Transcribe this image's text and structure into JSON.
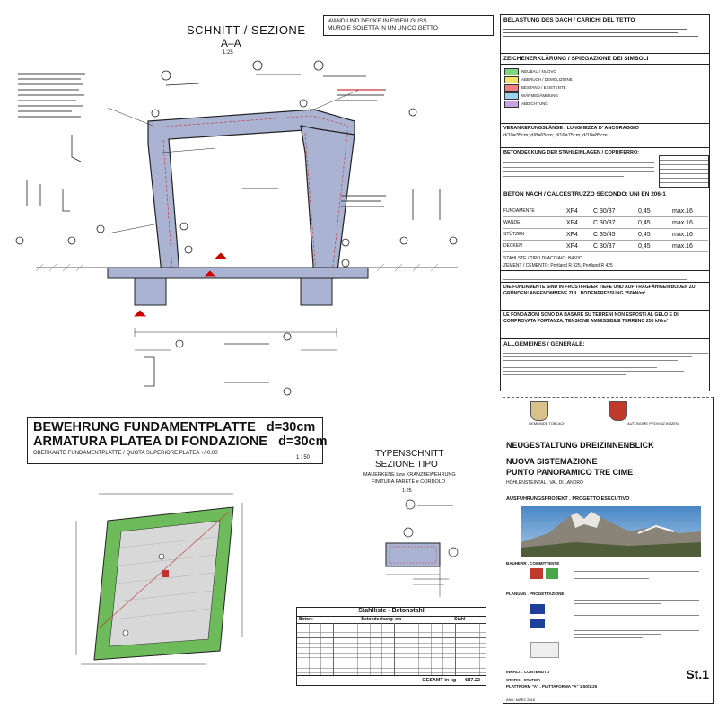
{
  "section_a": {
    "title": "SCHNITT / SEZIONE",
    "subtitle": "A–A",
    "scale": "1:25",
    "note": "WAND UND DECKE IN EINEM GUSS\nMURO E SOLETTA IN UN UNICO GETTO"
  },
  "foundation": {
    "line1": "BEWEHRUNG FUNDAMENTPLATTE   d=30cm",
    "line2": "ARMATURA PLATEA DI FONDAZIONE   d=30cm",
    "subline": "OBERKANTE FUNDAMENTPLATTE / QUOTA SUPERIORE PLATEA +/-0.00",
    "scale": "1 : 50"
  },
  "typical": {
    "title1": "TYPENSCHNITT",
    "title2": "SEZIONE TIPO",
    "sub1": "MAUERKENE bzw KRANZBEWEHRUNG",
    "sub2": "FINITURA PARETE e CORDOLO",
    "scale": "1:25"
  },
  "right_panel": {
    "load_title": "BELASTUNG DES DACH / CARICHI DEL TETTO",
    "legend_title": "ZEICHENERKLÄRUNG / SPIEGAZIONE DEI SIMBOLI",
    "anchor_title": "VERANKERUNGSLÄNGE / LUNGHEZZA D' ANCORAGGIO",
    "anchor_values": "d/10=35cm;  d/8=65cm;  d/16=75cm;  d/18=85cm",
    "cover_title": "BETONDECKUNG DER STAHLEINLAGEN / COPRIFERRO:",
    "concrete_title": "BETON NACH / CALCESTRUZZO SECONDO: UNI EN 206-1",
    "steel_line": "STAHLSTE / TIPO DI ACCIAIO: B450C",
    "cement_line": "ZEMENT / CEMENTO: Portland R 325, Portland R 425",
    "foundation_note": "DIE FUNDAMENTE SIND IN FROSTFREIER TIEFE UND AUF TRAGFÄHIGEN BODEN ZU GRÜNDEN! ANGENOMMENE ZUL. BODENPRESSUNG 250kN/m²",
    "foundation_note_it": "LE FONDAZIONI SONO DA BASARE SU TERRENI NON ESPOSTI AL GELO E DI COMPROVATA PORTANZA. TENSIONE AMMISSIBILE TERRENO 250 kN/m²",
    "general_title": "ALLGEMEINES / GENERALE:",
    "concrete_rows": [
      {
        "el": "FUNDAMENTE",
        "cls": "XF4",
        "c": "C 30/37",
        "wc": "0,45",
        "agg": "max.16"
      },
      {
        "el": "WANDE",
        "cls": "XF4",
        "c": "C 30/37",
        "wc": "0,45",
        "agg": "max.16"
      },
      {
        "el": "STÜTZEN",
        "cls": "XF4",
        "c": "C 35/45",
        "wc": "0,45",
        "agg": "max.16"
      },
      {
        "el": "DECKEN",
        "cls": "XF4",
        "c": "C 30/37",
        "wc": "0,45",
        "agg": "max.16"
      }
    ],
    "legend_items": [
      {
        "color": "#7fd67f",
        "label": "NEUBAU / NUOVO"
      },
      {
        "color": "#f3e36b",
        "label": "ABBRUCH / DEMOLIZIONE"
      },
      {
        "color": "#f08080",
        "label": "BESTAND / ESISTENTE"
      },
      {
        "color": "#9ad3f0",
        "label": "WÄRMEDÄMMUNG"
      },
      {
        "color": "#c8a2e0",
        "label": "ABDICHTUNG"
      }
    ]
  },
  "title_block": {
    "client1": "GEMEINDE TOBLACH",
    "client2": "AUTONOME PROVINZ BOZEN",
    "project1": "NEUGESTALTUNG DREIZINNENBLICK",
    "project2": "NUOVA SISTEMAZIONE",
    "project3": "PUNTO PANORAMICO TRE CIME",
    "location": "HÖHLENSTEINTAL . VAL DI LANDRO",
    "phase": "AUSFÜHRUNGSPROJEKT . PROGETTO ESECUTIVO",
    "owner_label": "BAUHERR . COMMITTENTE",
    "planner_label": "PLANUNG . PROGETTAZIONE",
    "content_label": "INHALT . CONTENUTO",
    "content1": "STATIK - STATICA",
    "content2": "PLATTFORM \"A\" . PIATTAFORMA \"A\" 1:50/1:25",
    "date": "ÄND: MÄRZ 2018",
    "sheet": "St.1"
  },
  "steel_list": {
    "title": "Stahlliste - Betonstahl",
    "col_a": "Beton:",
    "col_b": "Betondeckung: cm",
    "col_c": "Stahl",
    "total_label": "GESAMT in kg",
    "total": "687.22"
  }
}
